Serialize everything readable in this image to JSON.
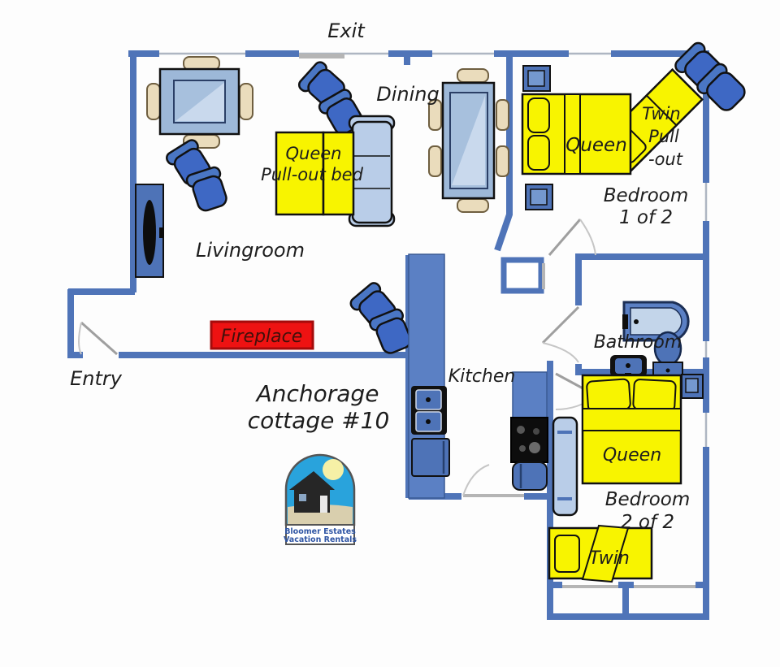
{
  "title": "Anchorage cottage #10 floor plan",
  "labels": {
    "exit": "Exit",
    "dining": "Dining",
    "livingroom": "Livingroom",
    "kitchen": "Kitchen",
    "bathroom": "Bathroom",
    "entry": "Entry",
    "fireplace": "Fireplace",
    "bedroom1_line1": "Bedroom",
    "bedroom1_line2": "1 of 2",
    "bedroom2_line1": "Bedroom",
    "bedroom2_line2": "2 of 2",
    "cottage_line1": "Anchorage",
    "cottage_line2": "cottage #10"
  },
  "furniture": {
    "sofa_line1": "Queen",
    "sofa_line2": "Pull-out bed",
    "bed1_queen": "Queen",
    "twin_pullout_lines": [
      "Twin",
      "Pull",
      "-out"
    ],
    "bed2_queen": "Queen",
    "bed2_twin": "Twin"
  },
  "logo": {
    "line1": "Bloomer Estates",
    "line2": "Vacation Rentals"
  },
  "colors": {
    "wall_blue": "#4f74b8",
    "furniture_blue": "#3e68c4",
    "light_blue": "#b9cde8",
    "table_blue": "#9db8d8",
    "bed_yellow": "#f8f400",
    "fireplace_red": "#ee1212",
    "chair_tan": "#eadcbc",
    "logo_sky": "#29a3dc",
    "logo_sand": "#d9cfae"
  }
}
